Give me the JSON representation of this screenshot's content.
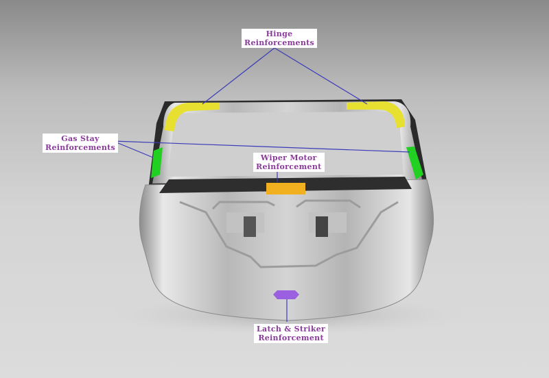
{
  "labels": {
    "hinge": {
      "line1": "Hinge",
      "line2": "Reinforcements"
    },
    "gas_stay": {
      "line1": "Gas Stay",
      "line2": "Reinforcements"
    },
    "wiper_motor": {
      "line1": "Wiper Motor",
      "line2": "Reinforcement"
    },
    "latch_striker": {
      "line1": "Latch & Striker",
      "line2": "Reinforcement"
    }
  },
  "colors": {
    "label_text": "#8a3a9a",
    "leader_line": "#3a3ab8",
    "hinge_part": "#e8e030",
    "gas_stay_part": "#22d022",
    "wiper_part": "#f0b020",
    "latch_part": "#9a60e0"
  }
}
